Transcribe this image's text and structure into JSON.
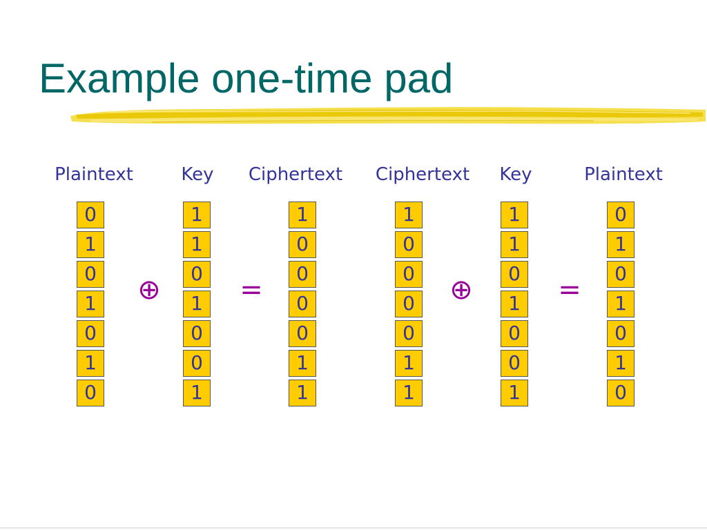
{
  "slide": {
    "title": "Example one-time pad"
  },
  "diagram": {
    "columns": [
      {
        "label": "Plaintext",
        "bits": [
          "0",
          "1",
          "0",
          "1",
          "0",
          "1",
          "0"
        ]
      },
      {
        "label": "Key",
        "bits": [
          "1",
          "1",
          "0",
          "1",
          "0",
          "0",
          "1"
        ]
      },
      {
        "label": "Ciphertext",
        "bits": [
          "1",
          "0",
          "0",
          "0",
          "0",
          "1",
          "1"
        ]
      },
      {
        "label": "Ciphertext",
        "bits": [
          "1",
          "0",
          "0",
          "0",
          "0",
          "1",
          "1"
        ]
      },
      {
        "label": "Key",
        "bits": [
          "1",
          "1",
          "0",
          "1",
          "0",
          "0",
          "1"
        ]
      },
      {
        "label": "Plaintext",
        "bits": [
          "0",
          "1",
          "0",
          "1",
          "0",
          "1",
          "0"
        ]
      }
    ],
    "operators": [
      "⊕",
      "=",
      "⊕",
      "="
    ]
  },
  "colors": {
    "title": "#006666",
    "label": "#333399",
    "cell_fill": "#ffcc00",
    "operator": "#990099",
    "brush": "#f2d21c"
  }
}
